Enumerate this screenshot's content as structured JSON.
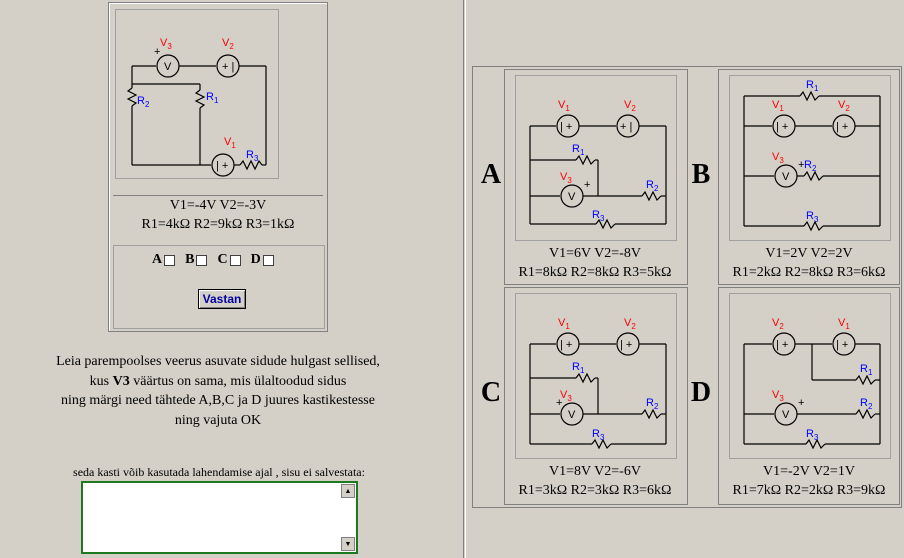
{
  "question": {
    "values_line1": "V1=-4V V2=-3V",
    "values_line2": "R1=4kΩ R2=9kΩ R3=1kΩ",
    "choices": [
      "A",
      "B",
      "C",
      "D"
    ],
    "submit_label": "Vastan"
  },
  "instructions": [
    "Leia parempoolses veerus asuvate sidude hulgast sellised,",
    "kus V3 väärtus on sama, mis ülaltoodud sidus",
    "ning märgi need tähtede A,B,C ja D juures kastikestesse",
    "ning vajuta OK"
  ],
  "notes_hint": "seda kasti võib kasutada lahendamise ajal , sisu ei salvestata:",
  "options": [
    {
      "letter": "A",
      "line1": "V1=6V V2=-8V",
      "line2": "R1=8kΩ R2=8kΩ R3=5kΩ"
    },
    {
      "letter": "B",
      "line1": "V1=2V V2=2V",
      "line2": "R1=2kΩ R2=8kΩ R3=6kΩ"
    },
    {
      "letter": "C",
      "line1": "V1=8V V2=-6V",
      "line2": "R1=3kΩ R2=3kΩ R3=6kΩ"
    },
    {
      "letter": "D",
      "line1": "V1=-2V V2=1V",
      "line2": "R1=7kΩ R2=2kΩ R3=9kΩ"
    }
  ],
  "labels": {
    "V1": "V",
    "V2": "V",
    "V3": "V",
    "R1": "R",
    "R2": "R",
    "R3": "R"
  },
  "colors": {
    "source_label": "#ff0000",
    "resistor_label": "#0000ff"
  }
}
